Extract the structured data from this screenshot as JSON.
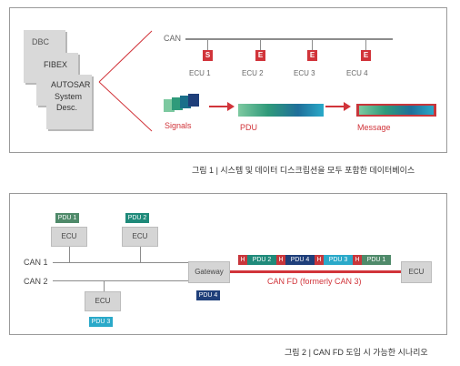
{
  "figure1": {
    "docs": {
      "dbc": "DBC",
      "fibex": "FIBEX",
      "autosar_line1": "AUTOSAR",
      "autosar_line2": "System",
      "autosar_line3": "Desc."
    },
    "can_label": "CAN",
    "ecus": [
      {
        "badge": "S",
        "label": "ECU 1"
      },
      {
        "badge": "E",
        "label": "ECU 2"
      },
      {
        "badge": "E",
        "label": "ECU 3"
      },
      {
        "badge": "E",
        "label": "ECU 4"
      }
    ],
    "signals_label": "Signals",
    "pdu_label": "PDU",
    "message_label": "Message",
    "caption": "그림 1 | 시스템 및 데이터 디스크립션을 모두 포함한 데이터베이스"
  },
  "figure2": {
    "can1_label": "CAN 1",
    "can2_label": "CAN 2",
    "ecu_label": "ECU",
    "gateway_label": "Gateway",
    "pdu1": "PDU 1",
    "pdu2": "PDU 2",
    "pdu3": "PDU 3",
    "pdu4": "PDU 4",
    "frame": [
      {
        "h": "H",
        "pdu": "PDU 2"
      },
      {
        "h": "H",
        "pdu": "PDU 4"
      },
      {
        "h": "H",
        "pdu": "PDU 3"
      },
      {
        "h": "H",
        "pdu": "PDU 1"
      }
    ],
    "canfd_label": "CAN FD (formerly CAN 3)",
    "caption": "그림 2 | CAN FD 도입 시 가능한 시나리오"
  },
  "colors": {
    "red": "#d1343a",
    "pdu1_green": "#4f8a6a",
    "pdu2_teal": "#1f8a7a",
    "pdu3_cyan": "#2aa9c9",
    "pdu4_navy": "#1f3f7a",
    "header_red": "#c8363b"
  }
}
